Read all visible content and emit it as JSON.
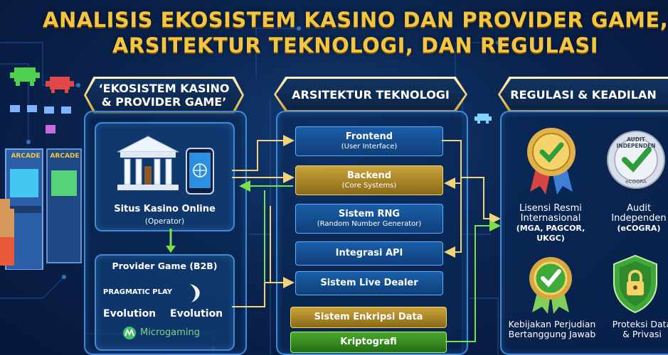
{
  "title": {
    "line1": "ANALISIS EKOSISTEM KASINO DAN PROVIDER GAME,",
    "line2": "ARSITEKTUR TEKNOLOGI, DAN REGULASI"
  },
  "left": {
    "header_line1": "‘EKOSISTEM KASINO",
    "header_line2": "& PROVIDER GAME’",
    "operator_title": "Situs Kasino Online",
    "operator_sub": "(Operator)",
    "provider_title": "Provider Game (B2B)",
    "providers": [
      "PRAGMATIC PLAY",
      "Evolution",
      "Evolution",
      "Microgaming"
    ]
  },
  "middle": {
    "header": "ARSITEKTUR TEKNOLOGI",
    "frontend_title": "Frontend",
    "frontend_sub": "(User Interface)",
    "backend_title": "Backend",
    "backend_sub": "(Core Systems)",
    "rng_title": "Sistem RNG",
    "rng_sub": "(Random Number Generator)",
    "api_title": "Integrasi API",
    "live_title": "Sistem Live Dealer",
    "enkripsi_title": "Sistem Enkripsi Data",
    "kripto_title": "Kriptografi"
  },
  "right": {
    "header": "REGULASI & KEADILAN",
    "lisensi_line1": "Lisensi Resmi",
    "lisensi_line2": "Internasional",
    "lisensi_line3": "(MGA, PAGCOR,",
    "lisensi_line4": "UKGC)",
    "audit_badge": "AUDIT INDEPENDEN",
    "audit_badge_sub": "eCOGRA",
    "audit_line1": "Audit",
    "audit_line2": "Independen",
    "audit_line3": "(eCOGRA)",
    "kebijakan_line1": "Kebijakan Perjudian",
    "kebijakan_line2": "Bertanggung Jawab",
    "proteksi_line1": "Proteksi Data",
    "proteksi_line2": "& Privasi"
  },
  "arcade": {
    "cabinet1": "ARCADE",
    "cabinet2": "ARCADE"
  },
  "colors": {
    "gold": "#f4c542",
    "blue_line": "#3f8bd6",
    "arrow_yellow": "#f2d27a",
    "arrow_green": "#7be04a"
  }
}
